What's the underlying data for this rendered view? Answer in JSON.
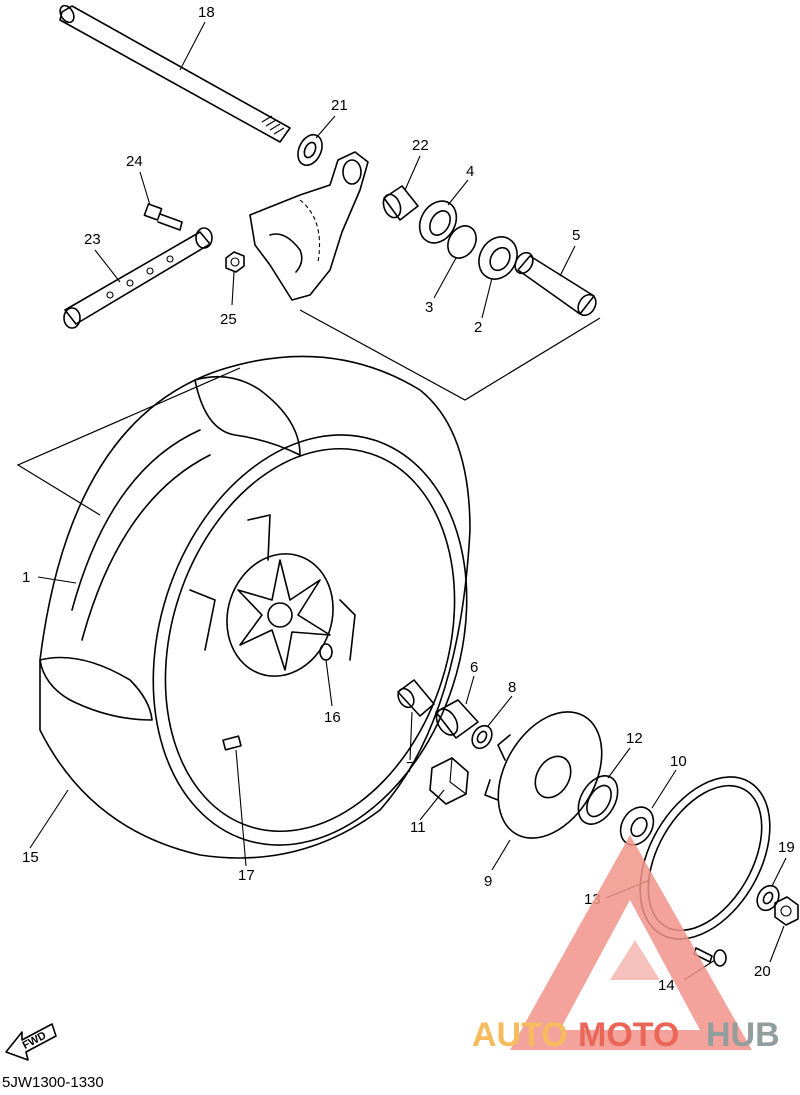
{
  "diagram": {
    "part_labels": [
      "18",
      "21",
      "22",
      "4",
      "24",
      "23",
      "25",
      "3",
      "2",
      "5",
      "1",
      "16",
      "6",
      "8",
      "7",
      "12",
      "10",
      "11",
      "9",
      "19",
      "13",
      "15",
      "17",
      "14",
      "20"
    ],
    "fwd_label": "FWD",
    "drawing_code": "5JW1300-1330"
  },
  "watermark": {
    "part1": "AUTO",
    "part2": "MOTO",
    "part3": "HUB",
    "colors": {
      "auto": "#f5b041",
      "moto": "#e74c3c",
      "hub": "#7f8c8d",
      "triangle": "#f1948a"
    }
  }
}
